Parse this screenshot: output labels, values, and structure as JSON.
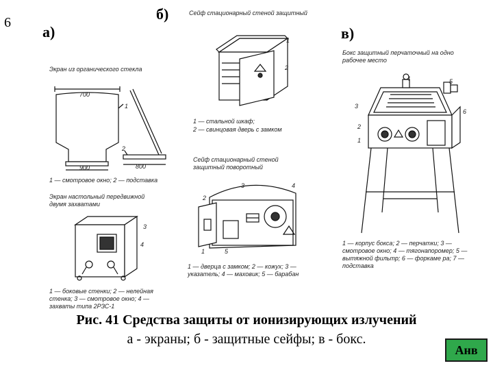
{
  "slide_number": "6",
  "panels": {
    "a": {
      "label": "а)",
      "screen_title": "Экран из органического стекла",
      "dim_top": "700",
      "dim_bottom_left": "900",
      "dim_bottom_right": "800",
      "screen_legend": "1 — смотровое окно; 2 — подставка",
      "desktop_title": "Экран настольный передвижной двумя захватами",
      "desktop_legend": "1 — боковые стенки; 2 — нелейная стенка; 3 — смотровое окно; 4 — захваты типа 2РЗС-1"
    },
    "b": {
      "label": "б)",
      "wall_title": "Сейф стационарный стеной защитный",
      "wall_legend_1": "1 — стальной шкаф;",
      "wall_legend_2": "2 — свинцовая дверь с замком",
      "rotary_title": "Сейф стационарный стеной защитный поворотный",
      "rotary_legend": "1 — дверца с замком; 2 — кожух; 3 — указатель; 4 — маховик; 5 — барабан"
    },
    "c": {
      "label": "в)",
      "box_title": "Бокс защитный перчаточный на одно рабочее место",
      "box_legend": "1 — корпус бокса; 2 — перчатки; 3 — смотровое окно; 4 — тягонапоромер; 5 — вытяжной фильтр; 6 — форкаме ра; 7 — подставка"
    }
  },
  "callouts": {
    "n1": "1",
    "n2": "2",
    "n3": "3",
    "n4": "4",
    "n5": "5",
    "n6": "6"
  },
  "caption": {
    "title": "Рис. 41 Средства защиты от ионизирующих излучений",
    "subtitle": "а - экраны; б - защитные сейфы; в - бокс."
  },
  "nav_button": "Анв"
}
